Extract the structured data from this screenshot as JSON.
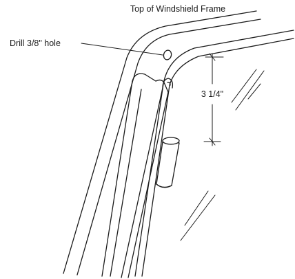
{
  "labels": {
    "frame_top": "Top of Windshield Frame",
    "drill_hole": "Drill 3/8\" hole",
    "dimension": "3 1/4\""
  }
}
